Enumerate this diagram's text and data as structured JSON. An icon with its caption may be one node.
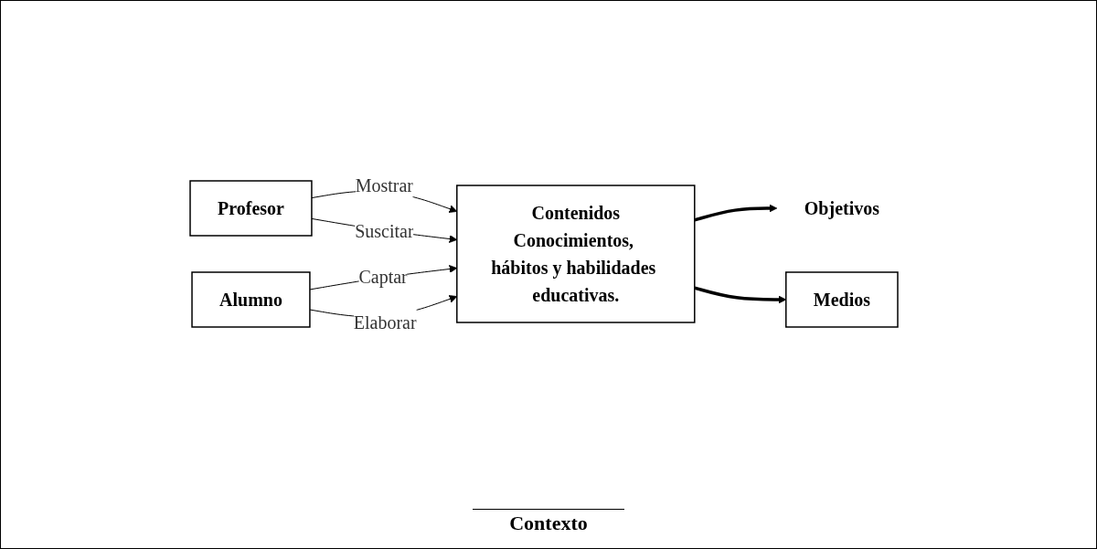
{
  "diagram": {
    "nodes": [
      {
        "text": [
          "Profesor"
        ]
      },
      {
        "text": [
          "Contenidos",
          "Conocimientos, hábitos y habilidades educativas."
        ]
      },
      {
        "text": [
          "Alumno"
        ]
      },
      {
        "text": [
          "Objetivos"
        ]
      },
      {
        "text": [
          "Medios"
        ]
      }
    ],
    "edges": [
      {
        "from": 0,
        "to": 1,
        "label": "Mostrar",
        "arrow": "to"
      },
      {
        "from": 0,
        "to": 1,
        "label": "Suscitar",
        "arrow": "to"
      },
      {
        "from": 2,
        "to": 1,
        "label": "Captar",
        "arrow": "to"
      },
      {
        "from": 2,
        "to": 1,
        "label": "Elaborar",
        "arrow": "to"
      },
      {
        "from": 1,
        "to": 3,
        "arrow": "to",
        "style": "thick"
      },
      {
        "from": 1,
        "to": 4,
        "arrow": "to",
        "style": "thick"
      }
    ],
    "labels": [
      "Contexto"
    ]
  }
}
